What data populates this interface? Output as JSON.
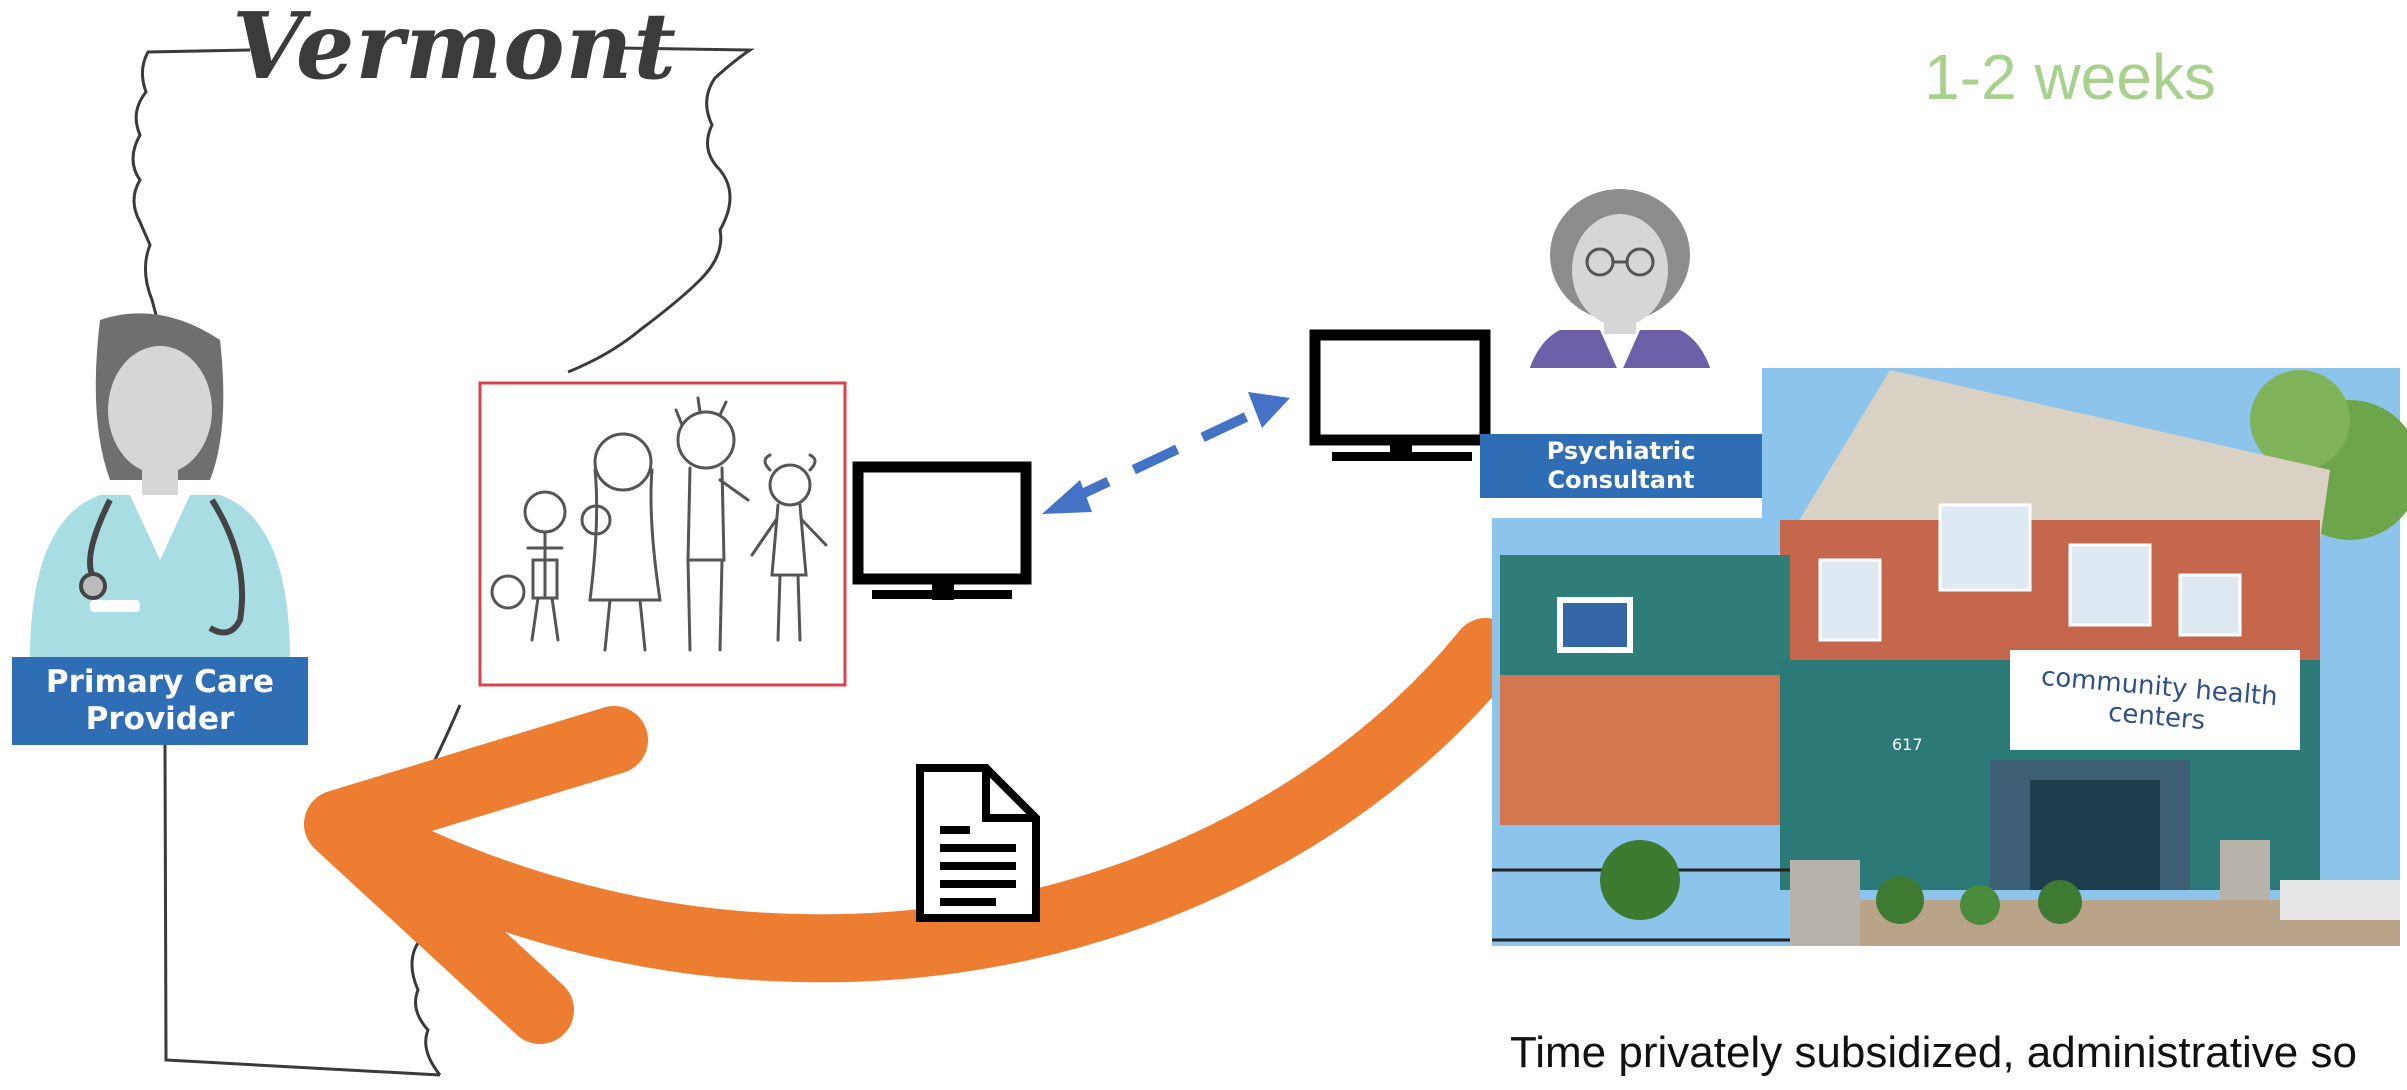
{
  "state_title": "Vermont",
  "duration_label": "1-2 weeks",
  "footnote": "Time privately subsidized, administrative so",
  "primary_care": {
    "line1": "Primary Care",
    "line2": "Provider"
  },
  "psychiatric": {
    "line1": "Psychiatric",
    "line2": "Consultant"
  },
  "building_sign": "community health centers",
  "building_number": "617",
  "colors": {
    "duration_green": "#a9d18e",
    "badge_blue": "#2f6db5",
    "arrow_orange": "#ed7d31",
    "dashed_arrow_blue": "#4472c4",
    "frame_red": "#d9434b"
  },
  "icons": [
    "doctor-avatar",
    "consultant-avatar",
    "family-drawing",
    "computer-monitor-icon",
    "document-icon",
    "community-health-center-photo"
  ]
}
